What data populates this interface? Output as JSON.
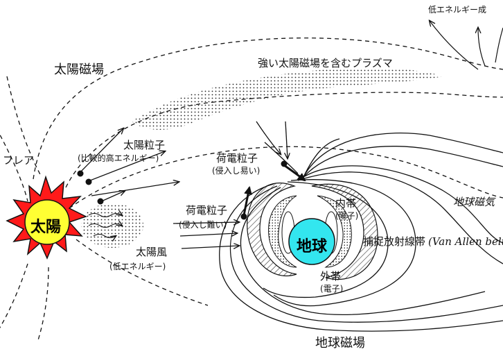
{
  "labels": {
    "sun": "太陽",
    "earth": "地球",
    "solar_magnetic_field": "太陽磁場",
    "flare": "フレア",
    "solar_particles": "太陽粒子",
    "solar_particles_note": "(比較的高エネルギー)",
    "solar_wind": "太陽風",
    "solar_wind_note": "(低エネルギー)",
    "charged_particles_easy": "荷電粒子",
    "charged_particles_easy_note": "(侵入し易い)",
    "charged_particles_hard": "荷電粒子",
    "charged_particles_hard_note": "(侵入し難い)",
    "strong_plasma": "強い太陽磁場を含むプラズマ",
    "low_energy_component": "低エネルギー成",
    "inner_belt": "内帯",
    "inner_belt_note": "(陽子)",
    "outer_belt": "外帯",
    "outer_belt_note": "(電子)",
    "trapped_radiation_belt": "捕捉放射線帯",
    "van_allen": "(Van Allen belt)",
    "earth_magnetosphere": "地球磁気",
    "earth_magnetic_field": "地球磁場"
  },
  "colors": {
    "sun_flare": "#ff1a1a",
    "sun_core": "#ffff33",
    "earth": "#33e6ef",
    "line": "#111111"
  }
}
